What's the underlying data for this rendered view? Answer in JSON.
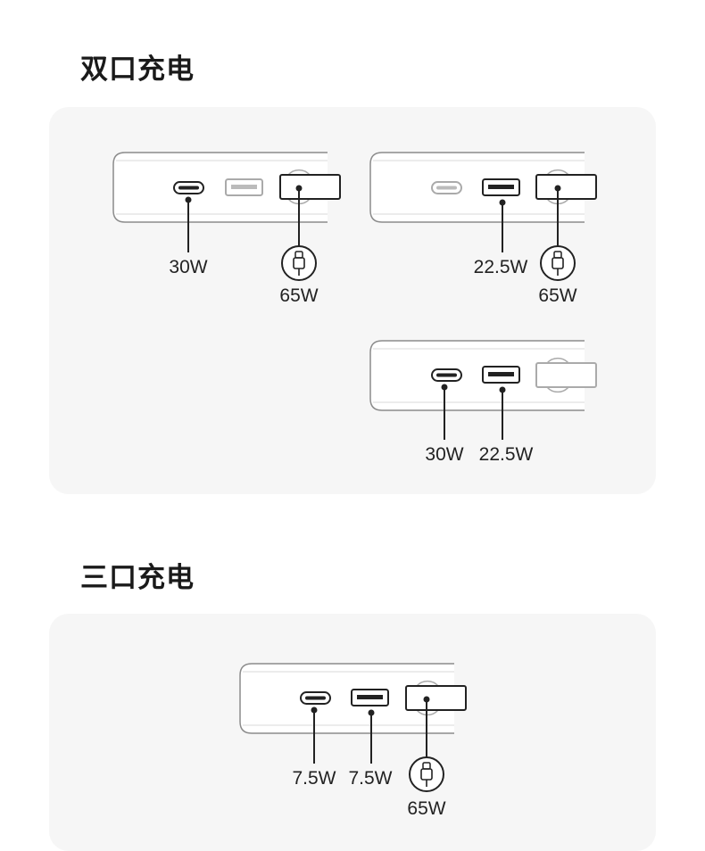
{
  "sections": [
    {
      "title": "双口充电"
    },
    {
      "title": "三口充电"
    }
  ],
  "diagrams": {
    "dual_a": {
      "usb_c": "30W",
      "cable_c": "65W"
    },
    "dual_b": {
      "usb_a": "22.5W",
      "cable_c": "65W"
    },
    "dual_c": {
      "usb_c": "30W",
      "usb_a": "22.5W"
    },
    "triple": {
      "usb_c": "7.5W",
      "usb_a": "7.5W",
      "cable_c": "65W"
    }
  },
  "icons": [
    "usb-c-port-icon",
    "usb-a-port-icon",
    "integrated-cable-icon",
    "usb-c-plug-icon"
  ]
}
